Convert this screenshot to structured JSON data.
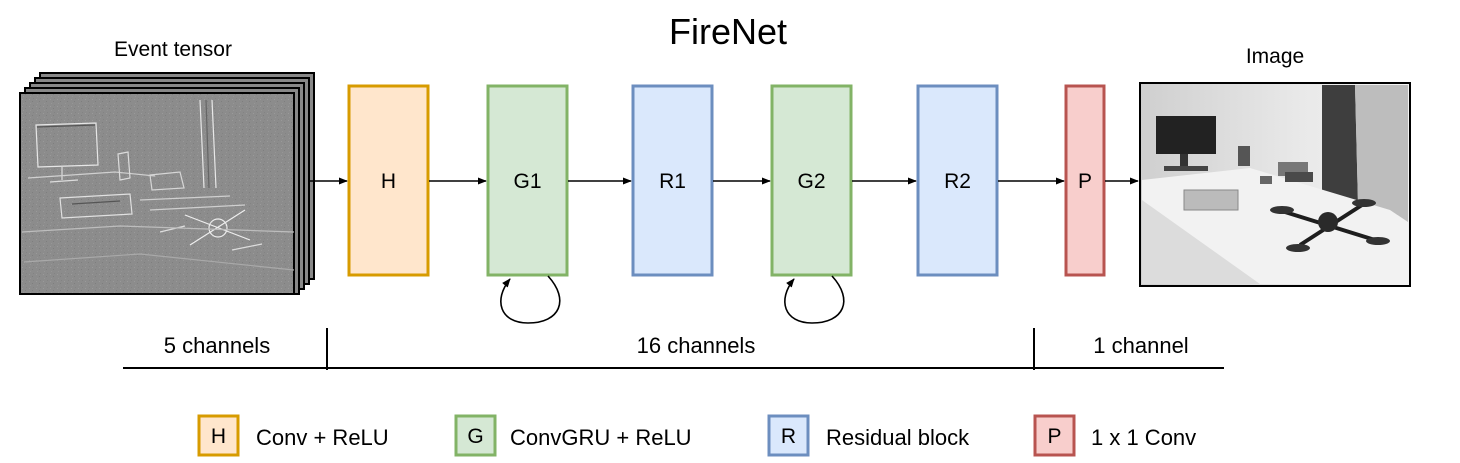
{
  "title": "FireNet",
  "input": {
    "label": "Event tensor"
  },
  "output": {
    "label": "Image"
  },
  "blocks": [
    {
      "id": "H",
      "label": "H",
      "kind": "conv"
    },
    {
      "id": "G1",
      "label": "G1",
      "kind": "gru"
    },
    {
      "id": "R1",
      "label": "R1",
      "kind": "res"
    },
    {
      "id": "G2",
      "label": "G2",
      "kind": "gru"
    },
    {
      "id": "R2",
      "label": "R2",
      "kind": "res"
    },
    {
      "id": "P",
      "label": "P",
      "kind": "proj"
    }
  ],
  "channels": [
    {
      "label": "5 channels"
    },
    {
      "label": "16 channels"
    },
    {
      "label": "1 channel"
    }
  ],
  "legend": [
    {
      "key": "H",
      "text": "Conv + ReLU",
      "kind": "conv"
    },
    {
      "key": "G",
      "text": "ConvGRU + ReLU",
      "kind": "gru"
    },
    {
      "key": "R",
      "text": "Residual block",
      "kind": "res"
    },
    {
      "key": "P",
      "text": "1 x 1 Conv",
      "kind": "proj"
    }
  ],
  "colors": {
    "conv": {
      "fill": "#ffe6cc",
      "stroke": "#d79b00"
    },
    "gru": {
      "fill": "#d5e8d4",
      "stroke": "#82b366"
    },
    "res": {
      "fill": "#dae8fc",
      "stroke": "#6c8ebf"
    },
    "proj": {
      "fill": "#f8cecc",
      "stroke": "#b85450"
    }
  }
}
